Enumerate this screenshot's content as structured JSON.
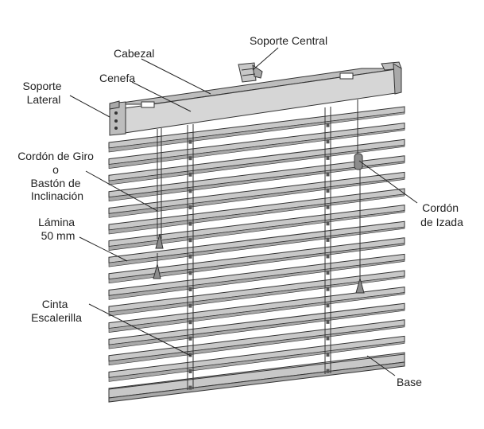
{
  "labels": {
    "soporte_central": "Soporte Central",
    "cabezal": "Cabezal",
    "cenefa": "Cenefa",
    "soporte_lateral": [
      "Soporte",
      "Lateral"
    ],
    "cordon_giro": [
      "Cordón de Giro",
      "o",
      "Bastón de",
      "Inclinación"
    ],
    "lamina": [
      "Lámina",
      "50 mm"
    ],
    "cinta": [
      "Cinta",
      "Escalerilla"
    ],
    "cordon_izada": [
      "Cordón",
      "de Izada"
    ],
    "base": "Base"
  },
  "colors": {
    "slat": "#c8c8c8",
    "slat_dark": "#a9a9a9",
    "headrail_top": "#bdbdbd",
    "headrail_front": "#d6d6d6",
    "outline": "#333333"
  },
  "slat_count": 16
}
